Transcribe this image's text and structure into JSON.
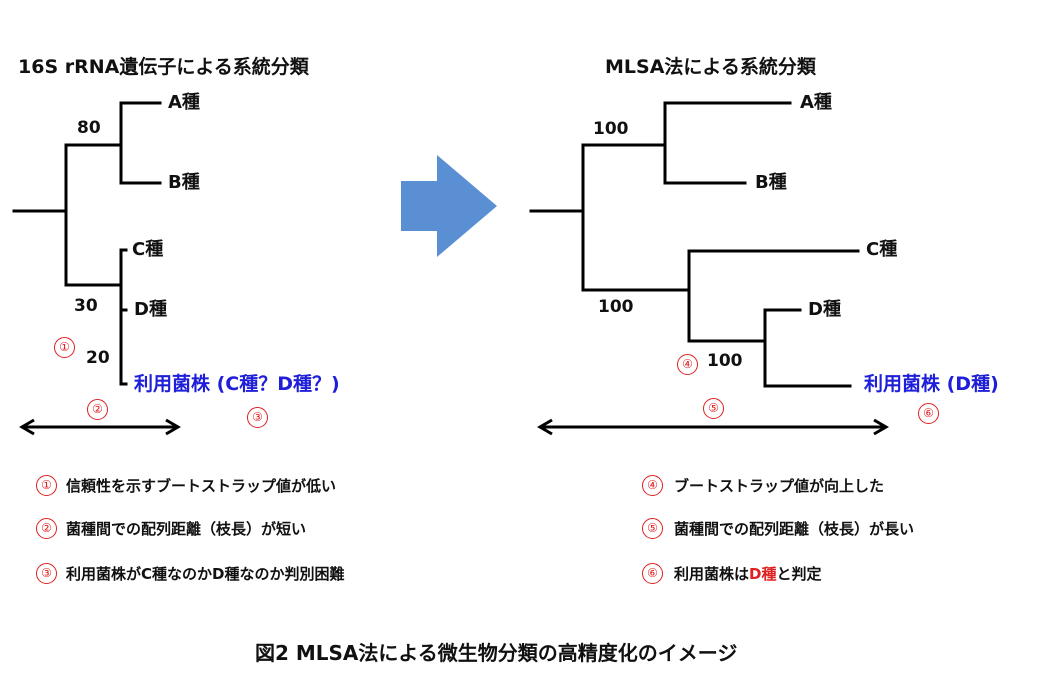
{
  "colors": {
    "line": "#000000",
    "arrow": "#5b8fd4",
    "mark": "#e02020",
    "strain": "#1f1fd9"
  },
  "left": {
    "title": "16S rRNA遺伝子による系統分類",
    "taxa": [
      "A種",
      "B種",
      "C種",
      "D種"
    ],
    "bootstrap": [
      "80",
      "30",
      "20"
    ],
    "strain": "利用菌株 (C種？D種？)"
  },
  "right": {
    "title": "MLSA法による系統分類",
    "taxa": [
      "A種",
      "B種",
      "C種",
      "D種"
    ],
    "bootstrap": [
      "100",
      "100",
      "100"
    ],
    "strain": "利用菌株 (D種)"
  },
  "markers": [
    "①",
    "②",
    "③",
    "④",
    "⑤",
    "⑥"
  ],
  "legend_left": [
    {
      "mark": "①",
      "text": "信頼性を示すブートストラップ値が低い"
    },
    {
      "mark": "②",
      "text": "菌種間での配列距離（枝長）が短い"
    },
    {
      "mark": "③",
      "text": "利用菌株がC種なのかD種なのか判別困難"
    }
  ],
  "legend_right": [
    {
      "mark": "④",
      "text": "ブートストラップ値が向上した"
    },
    {
      "mark": "⑤",
      "text": "菌種間での配列距離（枝長）が長い"
    },
    {
      "mark": "⑥",
      "text_before": "利用菌株は",
      "text_highlight": "D種",
      "text_after": "と判定"
    }
  ],
  "caption": "図2  MLSA法による微生物分類の高精度化のイメージ"
}
